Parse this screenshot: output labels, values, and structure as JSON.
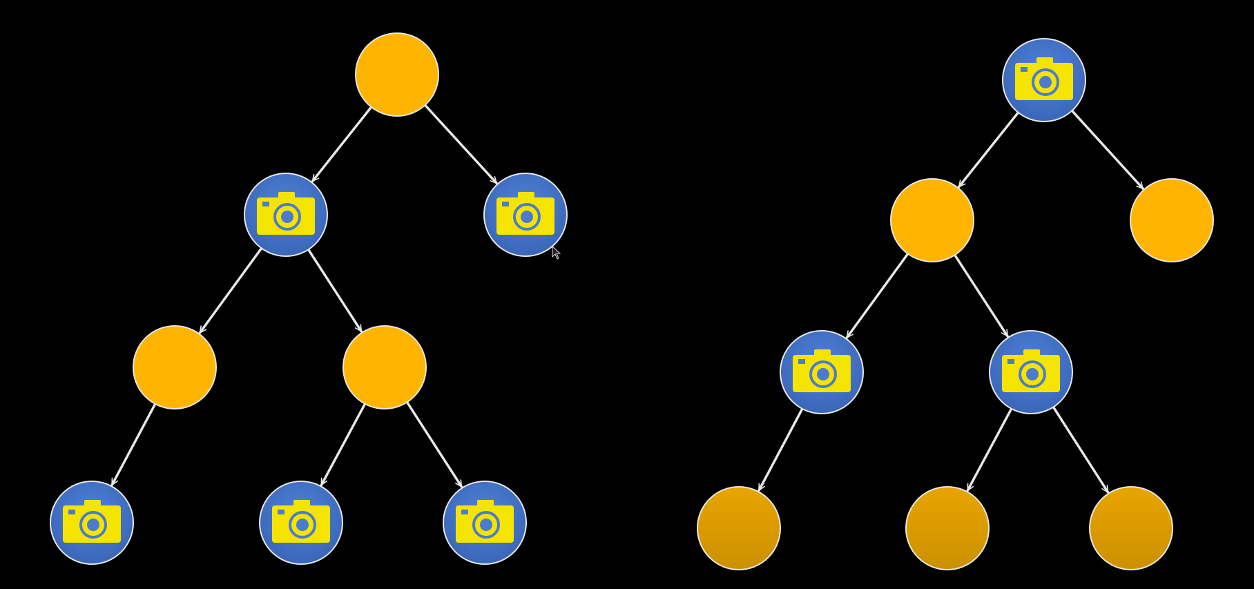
{
  "colors": {
    "background": "#000000",
    "plain_node_fill": "#FFB400",
    "plain_leaf_fill_top": "#E8A500",
    "plain_leaf_fill_bottom": "#CC9000",
    "camera_node_fill": "#4A7BD0",
    "camera_body": "#F5E400",
    "edge": "#E8E8E8",
    "node_outline": "#E8E8E8"
  },
  "trees": [
    {
      "name": "left-tree",
      "nodes": [
        {
          "id": "L0",
          "kind": "plain",
          "icon": "none"
        },
        {
          "id": "L1",
          "kind": "camera",
          "icon": "camera-icon"
        },
        {
          "id": "L2",
          "kind": "camera",
          "icon": "camera-icon"
        },
        {
          "id": "L3",
          "kind": "plain",
          "icon": "none"
        },
        {
          "id": "L4",
          "kind": "plain",
          "icon": "none"
        },
        {
          "id": "L5",
          "kind": "camera",
          "icon": "camera-icon"
        },
        {
          "id": "L6",
          "kind": "camera",
          "icon": "camera-icon"
        },
        {
          "id": "L7",
          "kind": "camera",
          "icon": "camera-icon"
        }
      ],
      "edges": [
        [
          "L0",
          "L1"
        ],
        [
          "L0",
          "L2"
        ],
        [
          "L1",
          "L3"
        ],
        [
          "L1",
          "L4"
        ],
        [
          "L3",
          "L5"
        ],
        [
          "L4",
          "L6"
        ],
        [
          "L4",
          "L7"
        ]
      ]
    },
    {
      "name": "right-tree",
      "nodes": [
        {
          "id": "R0",
          "kind": "camera",
          "icon": "camera-icon"
        },
        {
          "id": "R1",
          "kind": "plain",
          "icon": "none"
        },
        {
          "id": "R2",
          "kind": "plain",
          "icon": "none"
        },
        {
          "id": "R3",
          "kind": "camera",
          "icon": "camera-icon"
        },
        {
          "id": "R4",
          "kind": "camera",
          "icon": "camera-icon"
        },
        {
          "id": "R5",
          "kind": "plain-dark",
          "icon": "none"
        },
        {
          "id": "R6",
          "kind": "plain-dark",
          "icon": "none"
        },
        {
          "id": "R7",
          "kind": "plain-dark",
          "icon": "none"
        }
      ],
      "edges": [
        [
          "R0",
          "R1"
        ],
        [
          "R0",
          "R2"
        ],
        [
          "R1",
          "R3"
        ],
        [
          "R1",
          "R4"
        ],
        [
          "R3",
          "R5"
        ],
        [
          "R4",
          "R6"
        ],
        [
          "R4",
          "R7"
        ]
      ]
    }
  ],
  "cursor": {
    "icon": "mouse-pointer-icon"
  }
}
